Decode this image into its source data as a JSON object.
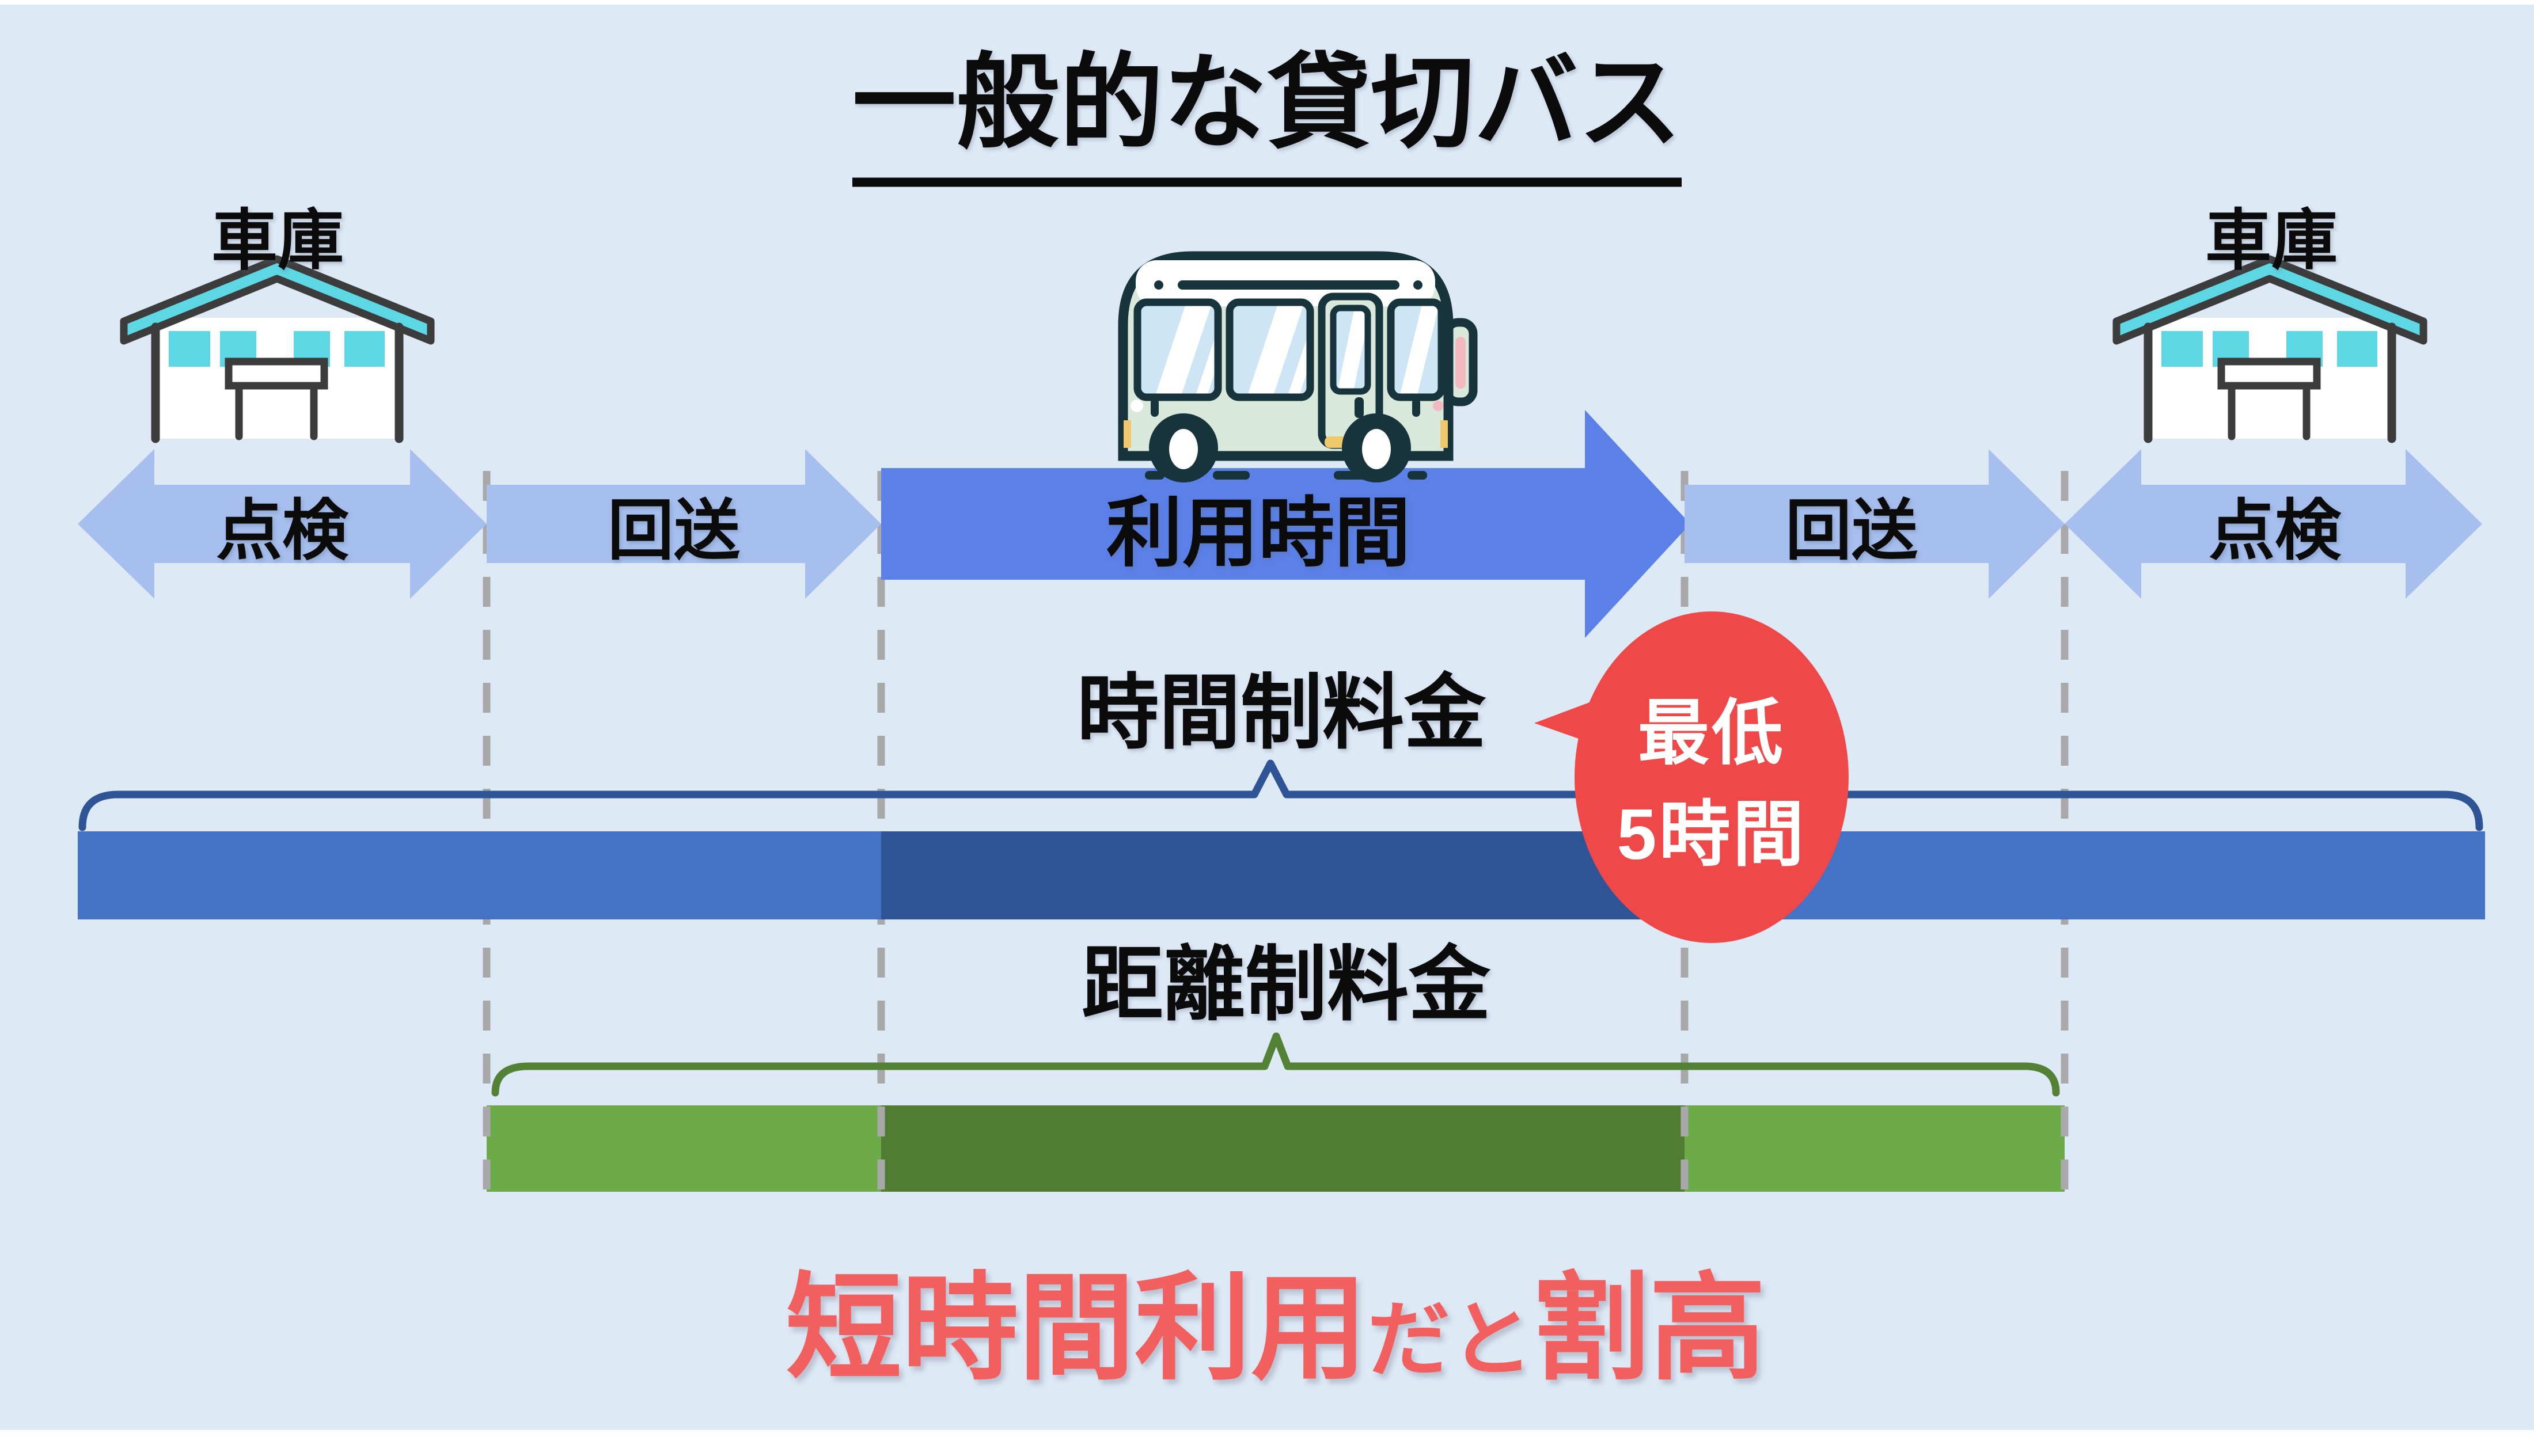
{
  "title": "一般的な貸切バス",
  "garage_left": {
    "label": "車庫"
  },
  "garage_right": {
    "label": "車庫"
  },
  "timeline": {
    "inspection_left": "点検",
    "deadhead_left": "回送",
    "usage": "利用時間",
    "deadhead_right": "回送",
    "inspection_right": "点検"
  },
  "time_fare": {
    "label": "時間制料金"
  },
  "distance_fare": {
    "label": "距離制料金"
  },
  "bubble": {
    "line1": "最低",
    "line2": "5時間"
  },
  "footer": {
    "emphasis_start": "短時間利用",
    "connector": "だと",
    "emphasis_end": "割高"
  },
  "colors": {
    "background": "#dee9f6",
    "light_arrow": "#a6bfee",
    "usage_arrow": "#5b81e8",
    "time_bar": "#4472c4",
    "time_bar_dark": "#2f5496",
    "time_brace": "#2f5496",
    "distance_bar": "#6cab47",
    "distance_bar_dark": "#507d32",
    "distance_brace": "#538135",
    "bubble_red": "#ee4848",
    "warning_red": "#f25f5f",
    "dash_gray": "#a9a9a9",
    "garage_cyan": "#5ed7e4",
    "bus_body": "#d8e8da",
    "bus_outline": "#17333b"
  }
}
